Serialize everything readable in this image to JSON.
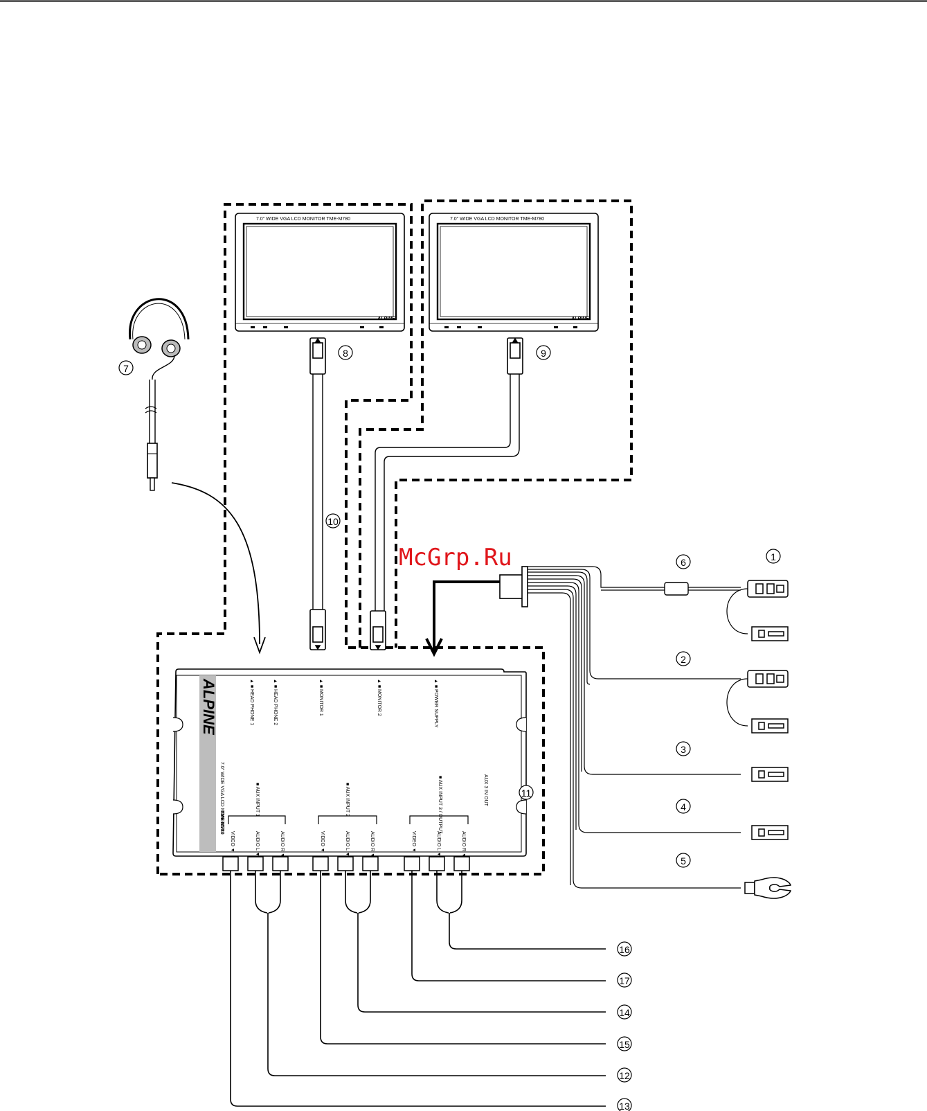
{
  "watermark": "McGrp.Ru",
  "unit": {
    "brand": "ALPINE",
    "model": "TME-M780",
    "product_line": "7.0\" WIDE VGA LCD MONITOR",
    "top_ports": [
      "HEAD PHONE 1",
      "HEAD PHONE 2",
      "MONITOR 1",
      "MONITOR 2",
      "POWER SUPPLY"
    ],
    "aux_groups": [
      "AUX INPUT 1",
      "AUX INPUT 2",
      "AUX INPUT 3 / OUTPUT"
    ],
    "bottom_jacks": [
      "VIDEO",
      "AUDIO L",
      "AUDIO R"
    ],
    "aux3_switch": "AUX 3 IN OUT"
  },
  "monitor_brand": "ALPINE",
  "callouts": [
    {
      "id": "c1",
      "label": "1"
    },
    {
      "id": "c2",
      "label": "2"
    },
    {
      "id": "c3",
      "label": "3"
    },
    {
      "id": "c4",
      "label": "4"
    },
    {
      "id": "c5",
      "label": "5"
    },
    {
      "id": "c6",
      "label": "6"
    },
    {
      "id": "c7",
      "label": "7"
    },
    {
      "id": "c8",
      "label": "8"
    },
    {
      "id": "c9",
      "label": "9"
    },
    {
      "id": "c10",
      "label": "10"
    },
    {
      "id": "c11",
      "label": "11"
    },
    {
      "id": "c16",
      "label": "16"
    },
    {
      "id": "c17",
      "label": "17"
    },
    {
      "id": "c14",
      "label": "14"
    },
    {
      "id": "c15",
      "label": "15"
    },
    {
      "id": "c12",
      "label": "12"
    },
    {
      "id": "c13",
      "label": "13"
    }
  ]
}
